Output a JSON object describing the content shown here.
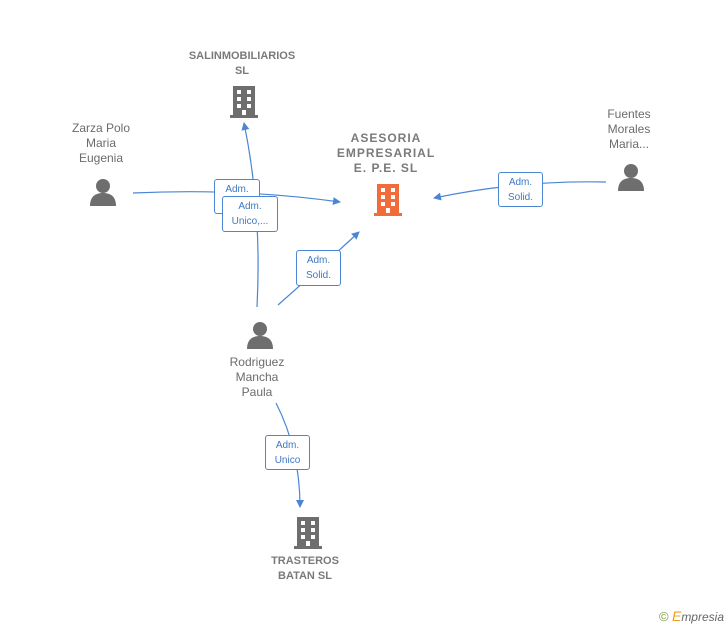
{
  "nodes": {
    "salinmobiliarios": {
      "label": "SALINMOBILIARIOS\nSL",
      "type": "company-icon"
    },
    "asesoria": {
      "label": "ASESORIA\nEMPRESARIAL\nE. P.E.  SL",
      "type": "company-icon",
      "color": "#f26b3a"
    },
    "zarza": {
      "label": "Zarza Polo\nMaria\nEugenia",
      "type": "person-icon"
    },
    "fuentes": {
      "label": "Fuentes\nMorales\nMaria...",
      "type": "person-icon"
    },
    "rodriguez": {
      "label": "Rodriguez\nMancha\nPaula",
      "type": "person-icon"
    },
    "trasteros": {
      "label": "TRASTEROS\nBATAN  SL",
      "type": "company-icon"
    }
  },
  "edges": {
    "zarza_asesoria": "Adm.\nSolid.",
    "rodriguez_salin": "Adm.\nUnico,...",
    "rodriguez_asesoria": "Adm.\nSolid.",
    "fuentes_asesoria": "Adm.\nSolid.",
    "rodriguez_trasteros": "Adm.\nUnico"
  },
  "colors": {
    "edge": "#4a86d4",
    "icon_gray": "#6e6e6e",
    "icon_main": "#f26b3a"
  },
  "brand": {
    "copyright": "©",
    "initial": "E",
    "name": "mpresia"
  }
}
